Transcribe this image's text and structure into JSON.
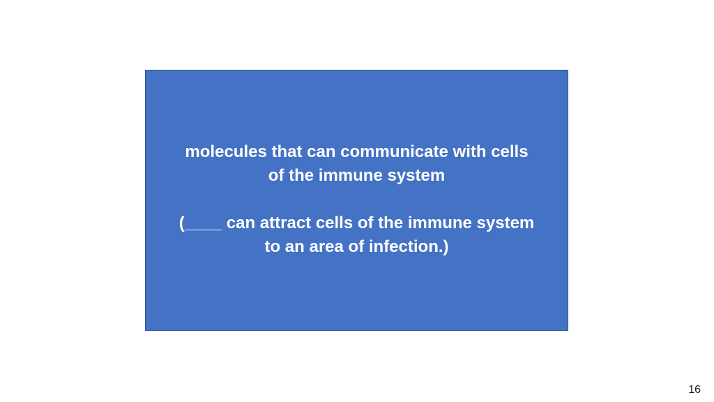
{
  "slide": {
    "background_color": "#ffffff",
    "card": {
      "fill_color": "#4472c4",
      "border_color": "#2f5597",
      "text_color": "#ffffff",
      "definition_lines": [
        "molecules that can communicate with cells",
        "of the immune system"
      ],
      "hint_lines": [
        "(____ can attract cells of the immune system",
        "to an area of infection.)"
      ]
    },
    "page_number": "16"
  }
}
